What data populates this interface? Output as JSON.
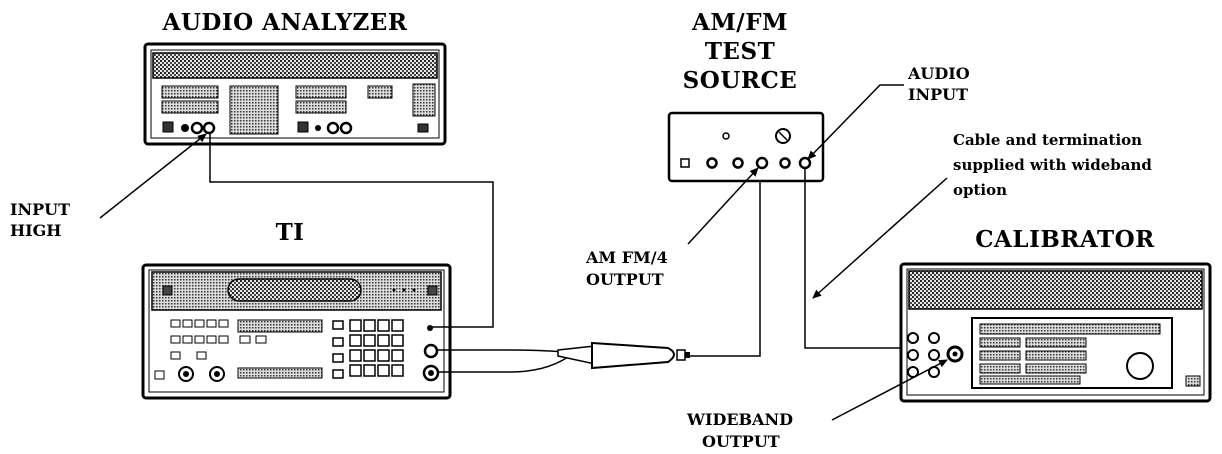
{
  "devices": {
    "audio_analyzer": {
      "title": "AUDIO ANALYZER"
    },
    "ti": {
      "title": "TI"
    },
    "test_source": {
      "title_lines": [
        "AM/FM",
        "TEST",
        "SOURCE"
      ]
    },
    "calibrator": {
      "title": "CALIBRATOR"
    }
  },
  "callouts": {
    "input_high": [
      "INPUT",
      "HIGH"
    ],
    "audio_input": [
      "AUDIO",
      "INPUT"
    ],
    "am_fm_output": [
      "AM FM/4",
      "OUTPUT"
    ],
    "wideband_output": [
      "WIDEBAND",
      "OUTPUT"
    ],
    "cable_note": [
      "Cable and termination",
      "supplied with wideband",
      "option"
    ]
  }
}
